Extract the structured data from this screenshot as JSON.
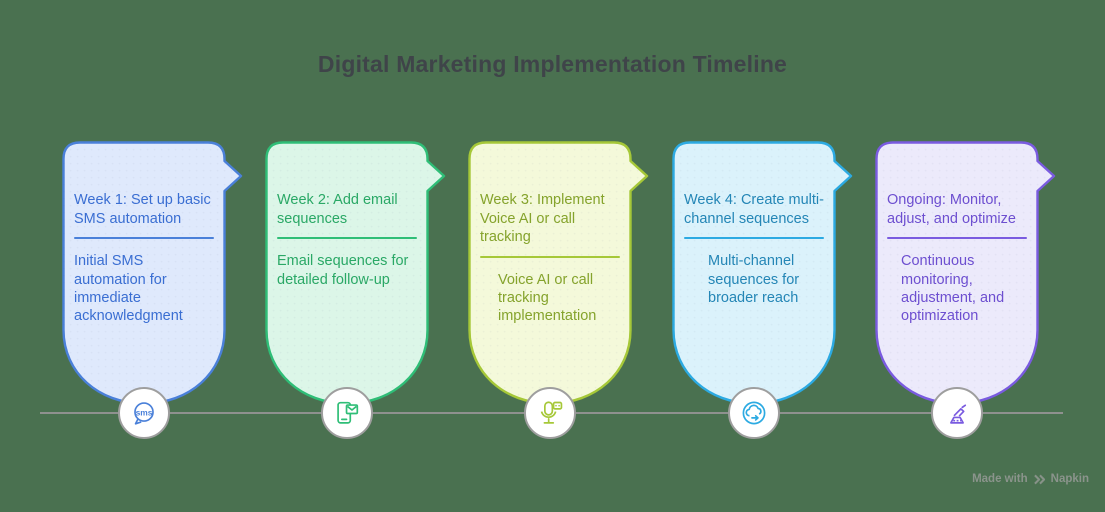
{
  "page": {
    "title": "Digital Marketing Implementation Timeline",
    "watermark": {
      "prefix": "Made with",
      "brand": "Napkin"
    },
    "colors": {
      "bg": "#4a7150",
      "title": "#3f4449",
      "line": "#8f918f",
      "node-border": "#9e9e9e",
      "watermark": "#8b948c"
    }
  },
  "steps": [
    {
      "title": "Week 1: Set up basic SMS automation",
      "description": "Initial SMS automation for immediate acknowledgment",
      "icon": "sms-chat-bubble-icon",
      "colors": {
        "border": "#4a80d9",
        "fill": "#dfe9fc",
        "text": "#3a6ed2"
      }
    },
    {
      "title": "Week 2: Add email sequences",
      "description": "Email sequences for detailed follow-up",
      "icon": "phone-email-icon",
      "colors": {
        "border": "#2fbe77",
        "fill": "#dcf6e8",
        "text": "#2aa866"
      }
    },
    {
      "title": "Week 3: Implement Voice AI or call tracking",
      "description": "Voice AI or call tracking implementation",
      "icon": "voice-ai-microphone-icon",
      "colors": {
        "border": "#a6c838",
        "fill": "#f4f9da",
        "text": "#85a32c"
      }
    },
    {
      "title": "Week 4: Create multi-channel sequences",
      "description": "Multi-channel sequences for broader reach",
      "icon": "multi-channel-cloud-icon",
      "colors": {
        "border": "#2caae2",
        "fill": "#dbf2fb",
        "text": "#2486b6"
      }
    },
    {
      "title": "Ongoing: Monitor, adjust, and optimize",
      "description": "Continuous monitoring, adjustment, and optimization",
      "icon": "monitor-adjust-gauge-icon",
      "colors": {
        "border": "#7a5be0",
        "fill": "#eceafb",
        "text": "#6d4fd0"
      }
    }
  ]
}
